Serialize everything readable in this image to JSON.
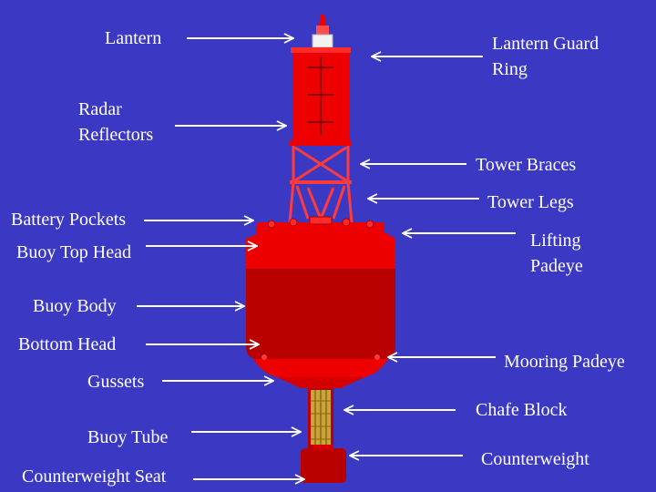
{
  "labels": {
    "lantern": "Lantern",
    "lantern_guard_ring_1": "Lantern Guard",
    "lantern_guard_ring_2": "Ring",
    "radar_reflectors_1": "Radar",
    "radar_reflectors_2": "Reflectors",
    "tower_braces": "Tower Braces",
    "battery_pockets": "Battery Pockets",
    "tower_legs": "Tower Legs",
    "buoy_top_head": "Buoy Top Head",
    "lifting_padeye_1": "Lifting",
    "lifting_padeye_2": "Padeye",
    "buoy_body": "Buoy Body",
    "bottom_head": "Bottom Head",
    "mooring_padeye": "Mooring Padeye",
    "gussets": "Gussets",
    "chafe_block": "Chafe Block",
    "buoy_tube": "Buoy Tube",
    "counterweight": "Counterweight",
    "counterweight_seat": "Counterweight Seat"
  },
  "colors": {
    "background": "#3b39c4",
    "buoy_red": "#ee0000",
    "buoy_dark_red": "#b80000",
    "tube_gold": "#c9a43a",
    "lantern_white": "#f2f2f2",
    "arrow": "#ffffff",
    "text": "#ffffff"
  }
}
